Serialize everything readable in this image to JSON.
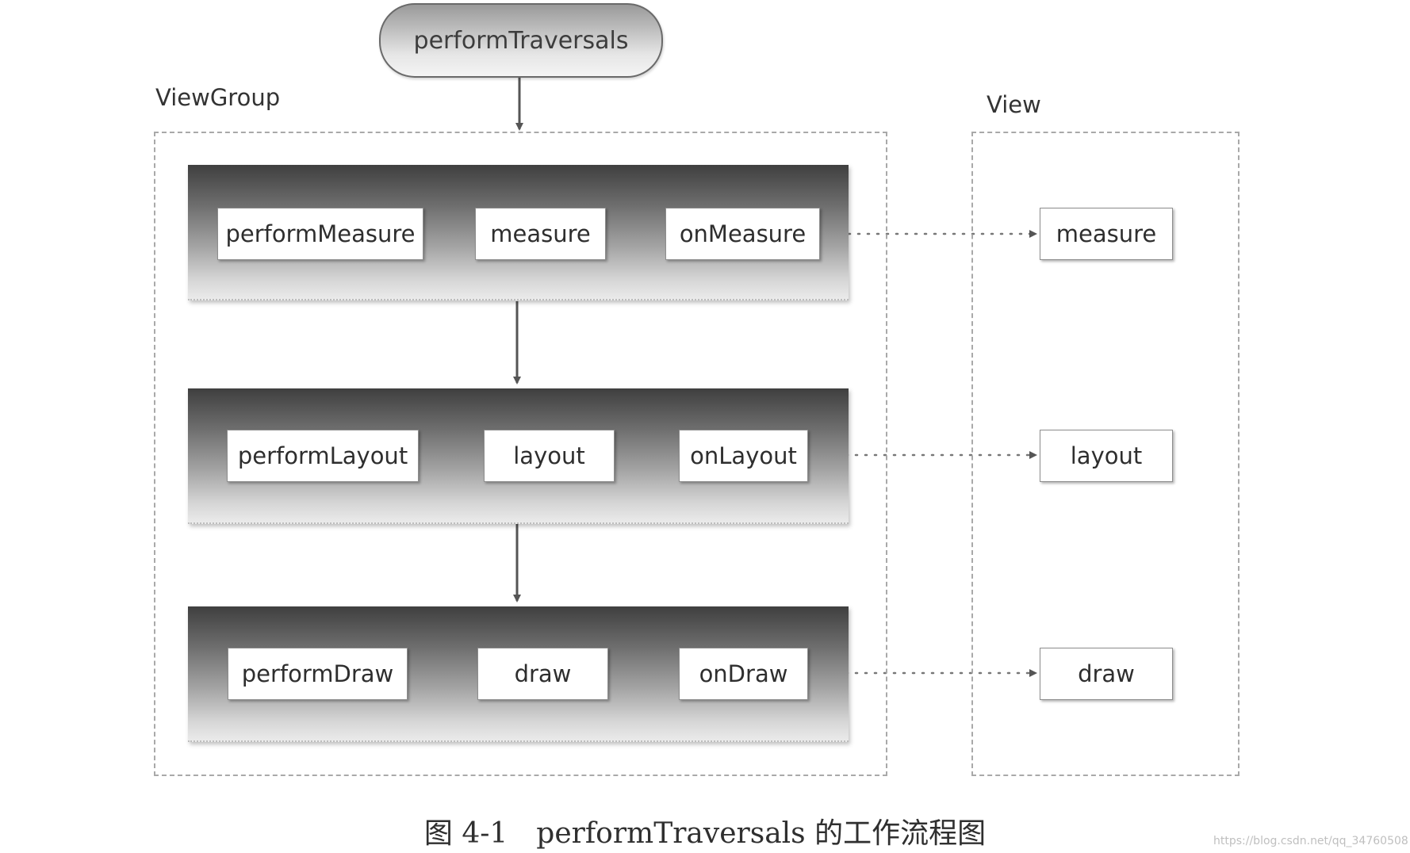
{
  "title_node": {
    "label": "performTraversals"
  },
  "viewgroup": {
    "label": "ViewGroup",
    "rows": [
      {
        "nodes": [
          "performMeasure",
          "measure",
          "onMeasure"
        ]
      },
      {
        "nodes": [
          "performLayout",
          "layout",
          "onLayout"
        ]
      },
      {
        "nodes": [
          "performDraw",
          "draw",
          "onDraw"
        ]
      }
    ]
  },
  "view": {
    "label": "View",
    "nodes": [
      "measure",
      "layout",
      "draw"
    ]
  },
  "caption": "图 4-1　performTraversals 的工作流程图",
  "watermark": "https://blog.csdn.net/qq_34760508",
  "colors": {
    "band_dark": "#3f3f3f",
    "band_light": "#ececec",
    "arrow": "#555555",
    "frame_dash": "#a9a9a9"
  }
}
